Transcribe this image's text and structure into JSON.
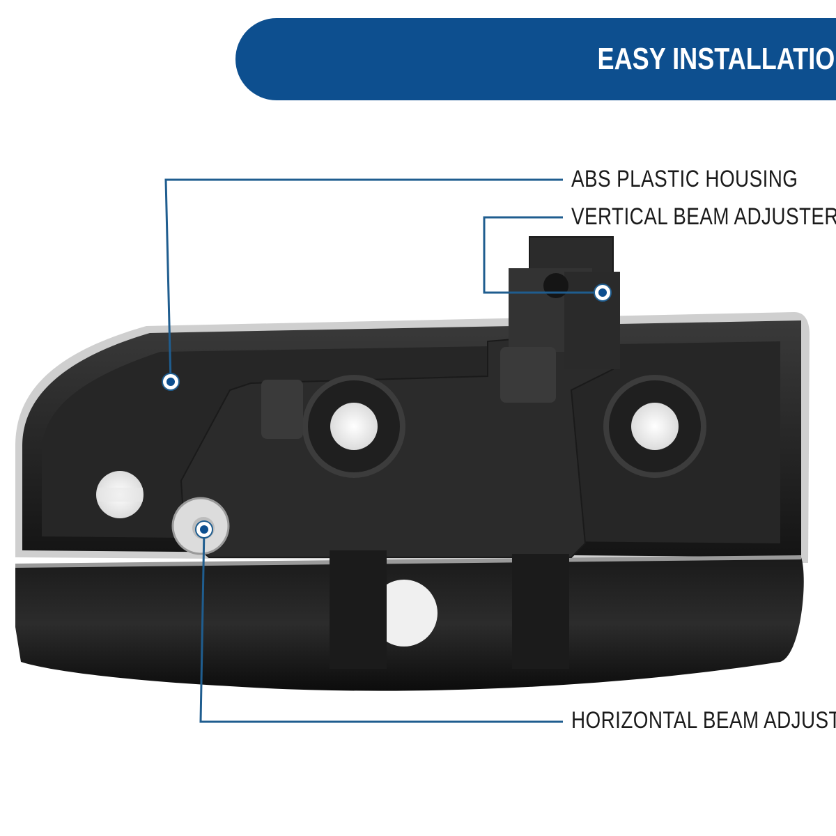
{
  "banner": {
    "title": "EASY INSTALLATION"
  },
  "callouts": {
    "housing": "ABS PLASTIC HOUSING",
    "vertical": "VERTICAL BEAM ADJUSTER",
    "horizontal": "HORIZONTAL BEAM ADJUSTER"
  },
  "colors": {
    "accent": "#0d4f8f",
    "leader": "#1f5d8f"
  }
}
